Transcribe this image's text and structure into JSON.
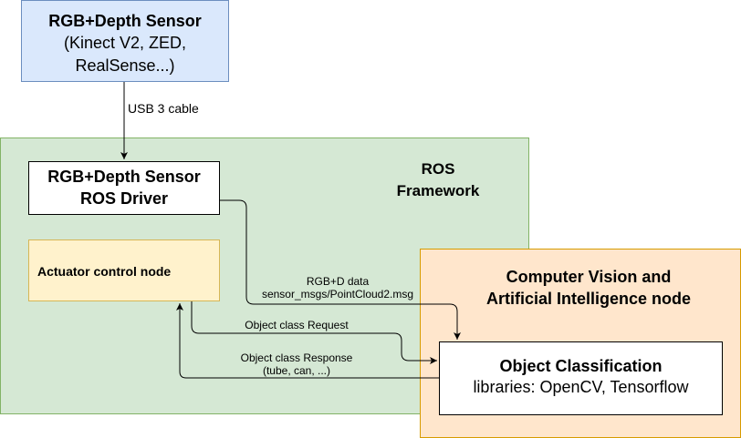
{
  "sensor": {
    "title": "RGB+Depth Sensor",
    "models_line1": "(Kinect V2, ZED,",
    "models_line2": "RealSense...)"
  },
  "connection_usb": "USB 3 cable",
  "ros": {
    "label_line1": "ROS",
    "label_line2": "Framework"
  },
  "driver": {
    "line1": "RGB+Depth Sensor",
    "line2": "ROS Driver"
  },
  "actuator": {
    "label": "Actuator control node"
  },
  "cv_node": {
    "line1": "Computer Vision and",
    "line2": "Artificial Intelligence node"
  },
  "classification": {
    "title": "Object Classification",
    "libraries": "libraries: OpenCV, Tensorflow"
  },
  "edges": {
    "rgbd_line1": "RGB+D data",
    "rgbd_line2": "sensor_msgs/PointCloud2.msg",
    "request": "Object class Request",
    "response_line1": "Object class Response",
    "response_line2": "(tube, can, ...)"
  }
}
